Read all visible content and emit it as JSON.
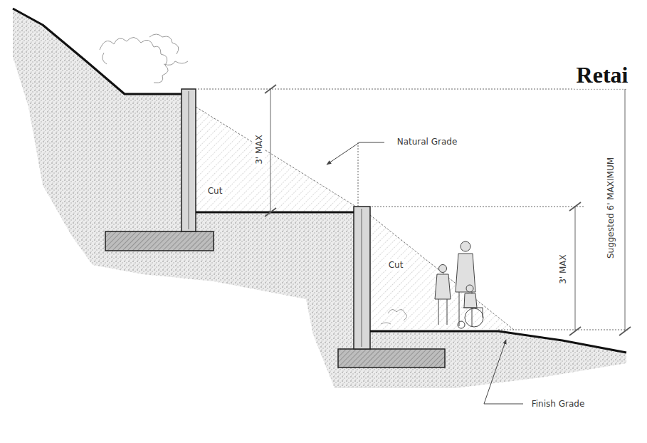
{
  "diagram": {
    "labels": [
      "Retai",
      "3' MAX",
      "Natural Grade",
      "Cut",
      "Cut",
      "3' MAX",
      "Suggested 6' MAXIMUM",
      "Finish Grade"
    ]
  }
}
